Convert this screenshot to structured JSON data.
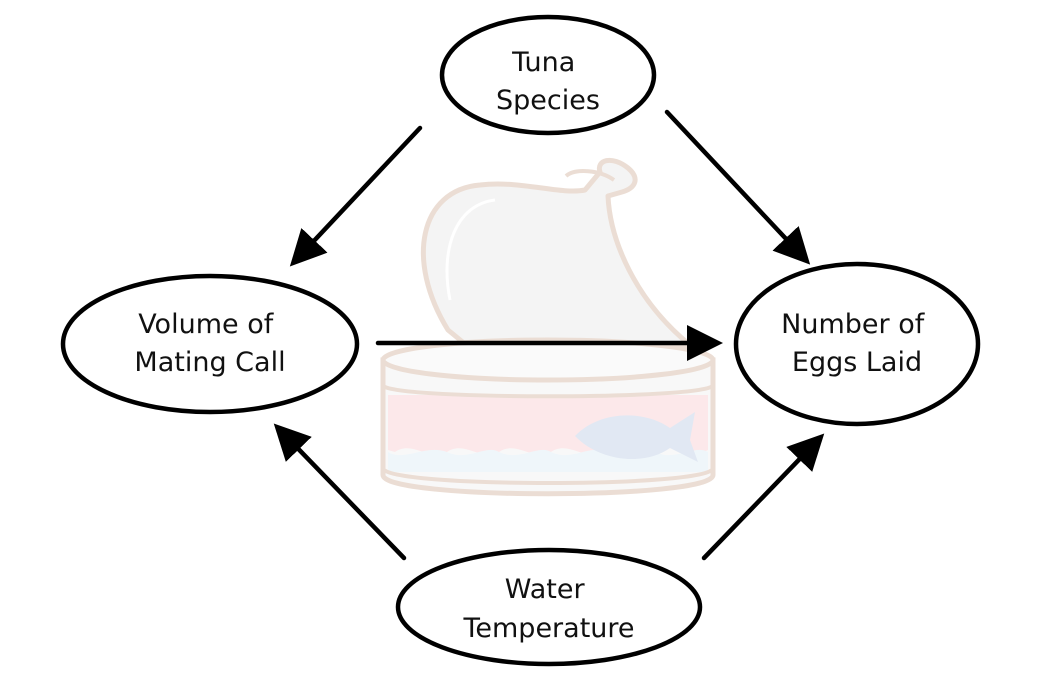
{
  "nodes": {
    "tuna_species": {
      "lines": [
        "Tuna",
        "Species"
      ]
    },
    "mating_call": {
      "lines": [
        "Volume of",
        "Mating Call"
      ]
    },
    "eggs_laid": {
      "lines": [
        "Number of",
        "Eggs Laid"
      ]
    },
    "water_temperature": {
      "lines": [
        "Water",
        "Temperature"
      ]
    }
  },
  "edges": [
    {
      "from": "Tuna Species",
      "to": "Volume of Mating Call"
    },
    {
      "from": "Tuna Species",
      "to": "Number of Eggs Laid"
    },
    {
      "from": "Volume of Mating Call",
      "to": "Number of Eggs Laid"
    },
    {
      "from": "Water Temperature",
      "to": "Volume of Mating Call"
    },
    {
      "from": "Water Temperature",
      "to": "Number of Eggs Laid"
    }
  ],
  "background_illustration": "tuna-can-icon",
  "colors": {
    "outline": "#000000",
    "can_outline": "#dcc3b2",
    "can_body": "#f4f4f4",
    "can_lid": "#ececec",
    "tuna_meat": "#fbd6da",
    "can_water": "#e3f0f7",
    "fish": "#c9d6ea"
  }
}
